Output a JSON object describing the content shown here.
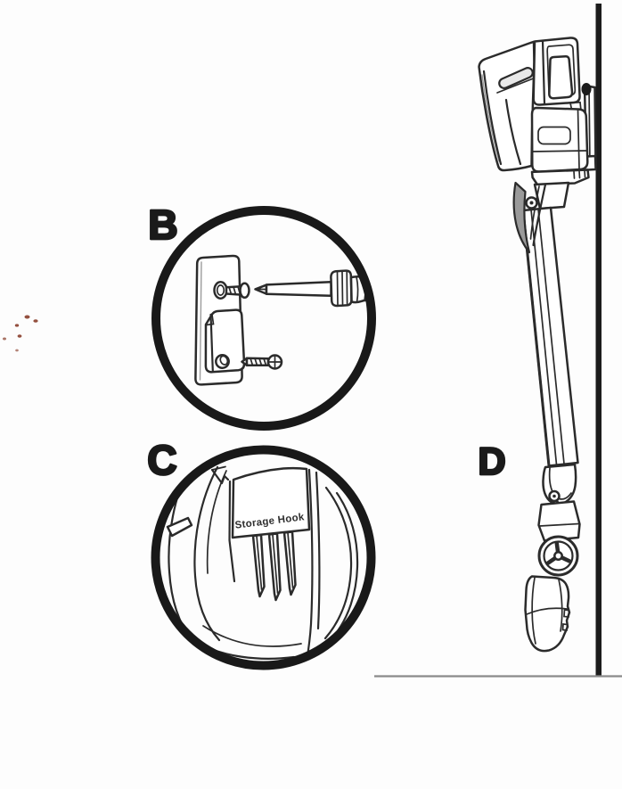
{
  "figure": {
    "kind": "product-manual-line-illustration",
    "subject": "cordless stick vacuum wall-mount storage steps",
    "steps": [
      {
        "label": "B",
        "shows": "wall-plate-with-hook-two-screws-and-screwdriver"
      },
      {
        "label": "C",
        "shows": "storage-hook-closeup"
      },
      {
        "label": "D",
        "shows": "vacuum-hanging-on-wall-bracket-above-floor"
      }
    ]
  },
  "labels": {
    "b": "B",
    "c": "C",
    "d": "D"
  },
  "annotations": {
    "storage_hook": "Storage Hook"
  },
  "colors": {
    "paper": "#fdfdfd",
    "line": "#2b2b2b",
    "ring": "#191919",
    "ink": "#1a1a1a",
    "wall": "#1c1c1c",
    "floor": "#8a8a8a",
    "shade": "#e8e8e8",
    "midshade": "#9a9a9a",
    "speck": "#94503f"
  }
}
